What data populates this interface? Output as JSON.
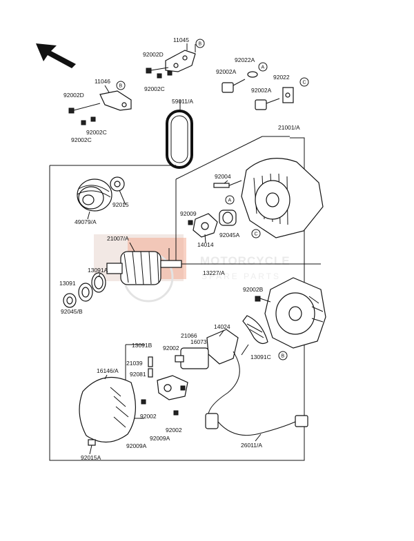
{
  "watermark": {
    "title": "MOTORCYCLE",
    "subtitle": "SPARE PARTS"
  },
  "callouts": {
    "a": "A",
    "b": "B",
    "c": "C"
  },
  "labels": {
    "p11045": "11045",
    "p92002D_top": "92002D",
    "p92002C_top": "92002C",
    "p11046": "11046",
    "p92002D_left": "92002D",
    "p92002C_left1": "92002C",
    "p92002C_left2": "92002C",
    "p92022A": "92022A",
    "p92002A_1": "92002A",
    "p92022": "92022",
    "p92002A_2": "92002A",
    "p59011A": "59011/A",
    "p21001A": "21001/A",
    "p92004": "92004",
    "p92015": "92015",
    "p49079A": "49079/A",
    "p92009": "92009",
    "p14014": "14014",
    "p92045A": "92045A",
    "p21007A": "21007/A",
    "p13091A": "13091A",
    "p13227A": "13227/A",
    "p13091": "13091",
    "p92045B": "92045/B",
    "p92002B": "92002B",
    "p14024": "14024",
    "p21066": "21066",
    "p16073": "16073",
    "p13091B": "13091B",
    "p92002_mid": "92002",
    "p21039": "21039",
    "p92081": "92081",
    "p16146A": "16146/A",
    "p13091C": "13091C",
    "p92002_low1": "92002",
    "p92002_low2": "92002",
    "p92009A_1": "92009A",
    "p92009A_2": "92009A",
    "p92015A": "92015A",
    "p26011A": "26011/A"
  }
}
